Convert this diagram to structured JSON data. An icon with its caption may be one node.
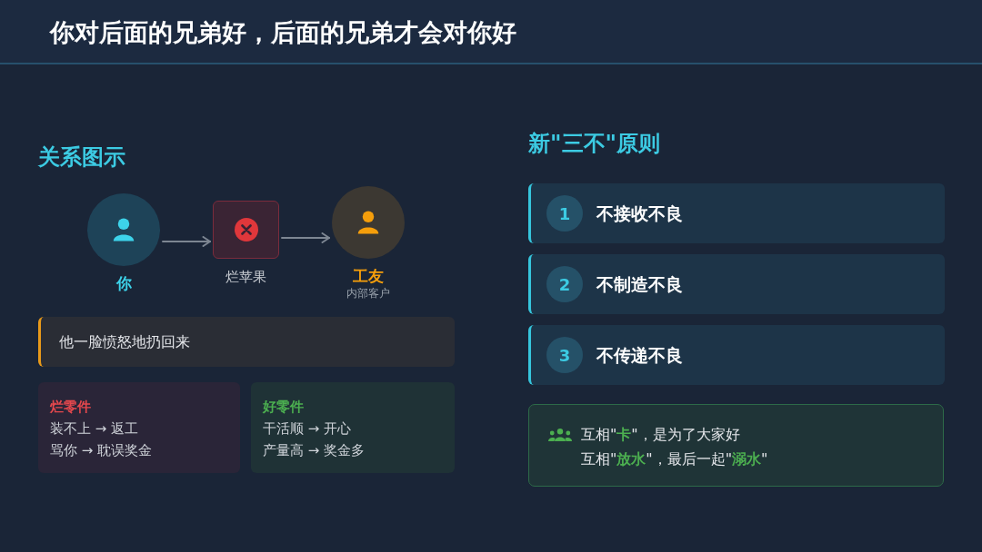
{
  "diagram": {
    "title": "你对后面的兄弟好，后面的兄弟才会对你好",
    "nodes": [
      {
        "text": [
          "你"
        ]
      },
      {
        "text": [
          "烂苹果"
        ]
      },
      {
        "text": [
          "工友",
          "内部客户"
        ]
      },
      {
        "text": [
          "他一脸愤怒地扔回来"
        ]
      },
      {
        "text": [
          "烂零件",
          "装不上 → 返工",
          "骂你 → 耽误奖金"
        ]
      },
      {
        "text": [
          "好零件",
          "干活顺 → 开心",
          "产量高 → 奖金多"
        ]
      },
      {
        "text": [
          "1",
          "不接收不良"
        ]
      },
      {
        "text": [
          "2",
          "不制造不良"
        ]
      },
      {
        "text": [
          "3",
          "不传递不良"
        ]
      },
      {
        "text": [
          "互相\"**卡**\"，是为了大家好",
          "互相\"**放水**\"，最后一起\"**溺水**\""
        ]
      }
    ],
    "edges": [
      {
        "from": 0,
        "to": 1,
        "arrow": "to"
      },
      {
        "from": 1,
        "to": 2,
        "arrow": "to"
      }
    ],
    "labels": [
      "关系图示",
      "新\"三不\"原则"
    ]
  }
}
